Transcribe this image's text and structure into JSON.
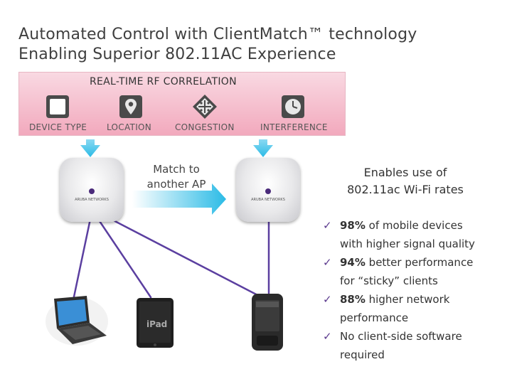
{
  "title": {
    "line1": "Automated Control with ClientMatch™ technology",
    "line2": "Enabling Superior 802.11AC Experience"
  },
  "rf_correlation": {
    "heading": "REAL-TIME RF CORRELATION",
    "factors": [
      {
        "label": "DEVICE TYPE",
        "icon": "device-square-icon"
      },
      {
        "label": "LOCATION",
        "icon": "location-pin-icon"
      },
      {
        "label": "CONGESTION",
        "icon": "congestion-diamond-icon"
      },
      {
        "label": "INTERFERENCE",
        "icon": "clock-icon"
      }
    ]
  },
  "match": {
    "text_line1": "Match to",
    "text_line2": "another AP"
  },
  "enables": {
    "line1": "Enables use of",
    "line2": "802.11ac Wi-Fi rates"
  },
  "benefits": [
    {
      "bold": "98%",
      "rest": " of mobile devices",
      "line2": "with higher signal quality"
    },
    {
      "bold": "94%",
      "rest": " better performance",
      "line2": "for “sticky” clients"
    },
    {
      "bold": "88%",
      "rest": " higher network",
      "line2": "performance"
    },
    {
      "bold": "",
      "rest": "No client-side software",
      "line2": "required"
    }
  ],
  "devices": {
    "ipad_label": "iPad",
    "ap_brand": "ARUBA NETWORKS"
  },
  "colors": {
    "arrow": "#2bbbe6",
    "link": "#5b3fa0",
    "band_top": "#f9d9e2",
    "band_bottom": "#f2a9bd"
  }
}
